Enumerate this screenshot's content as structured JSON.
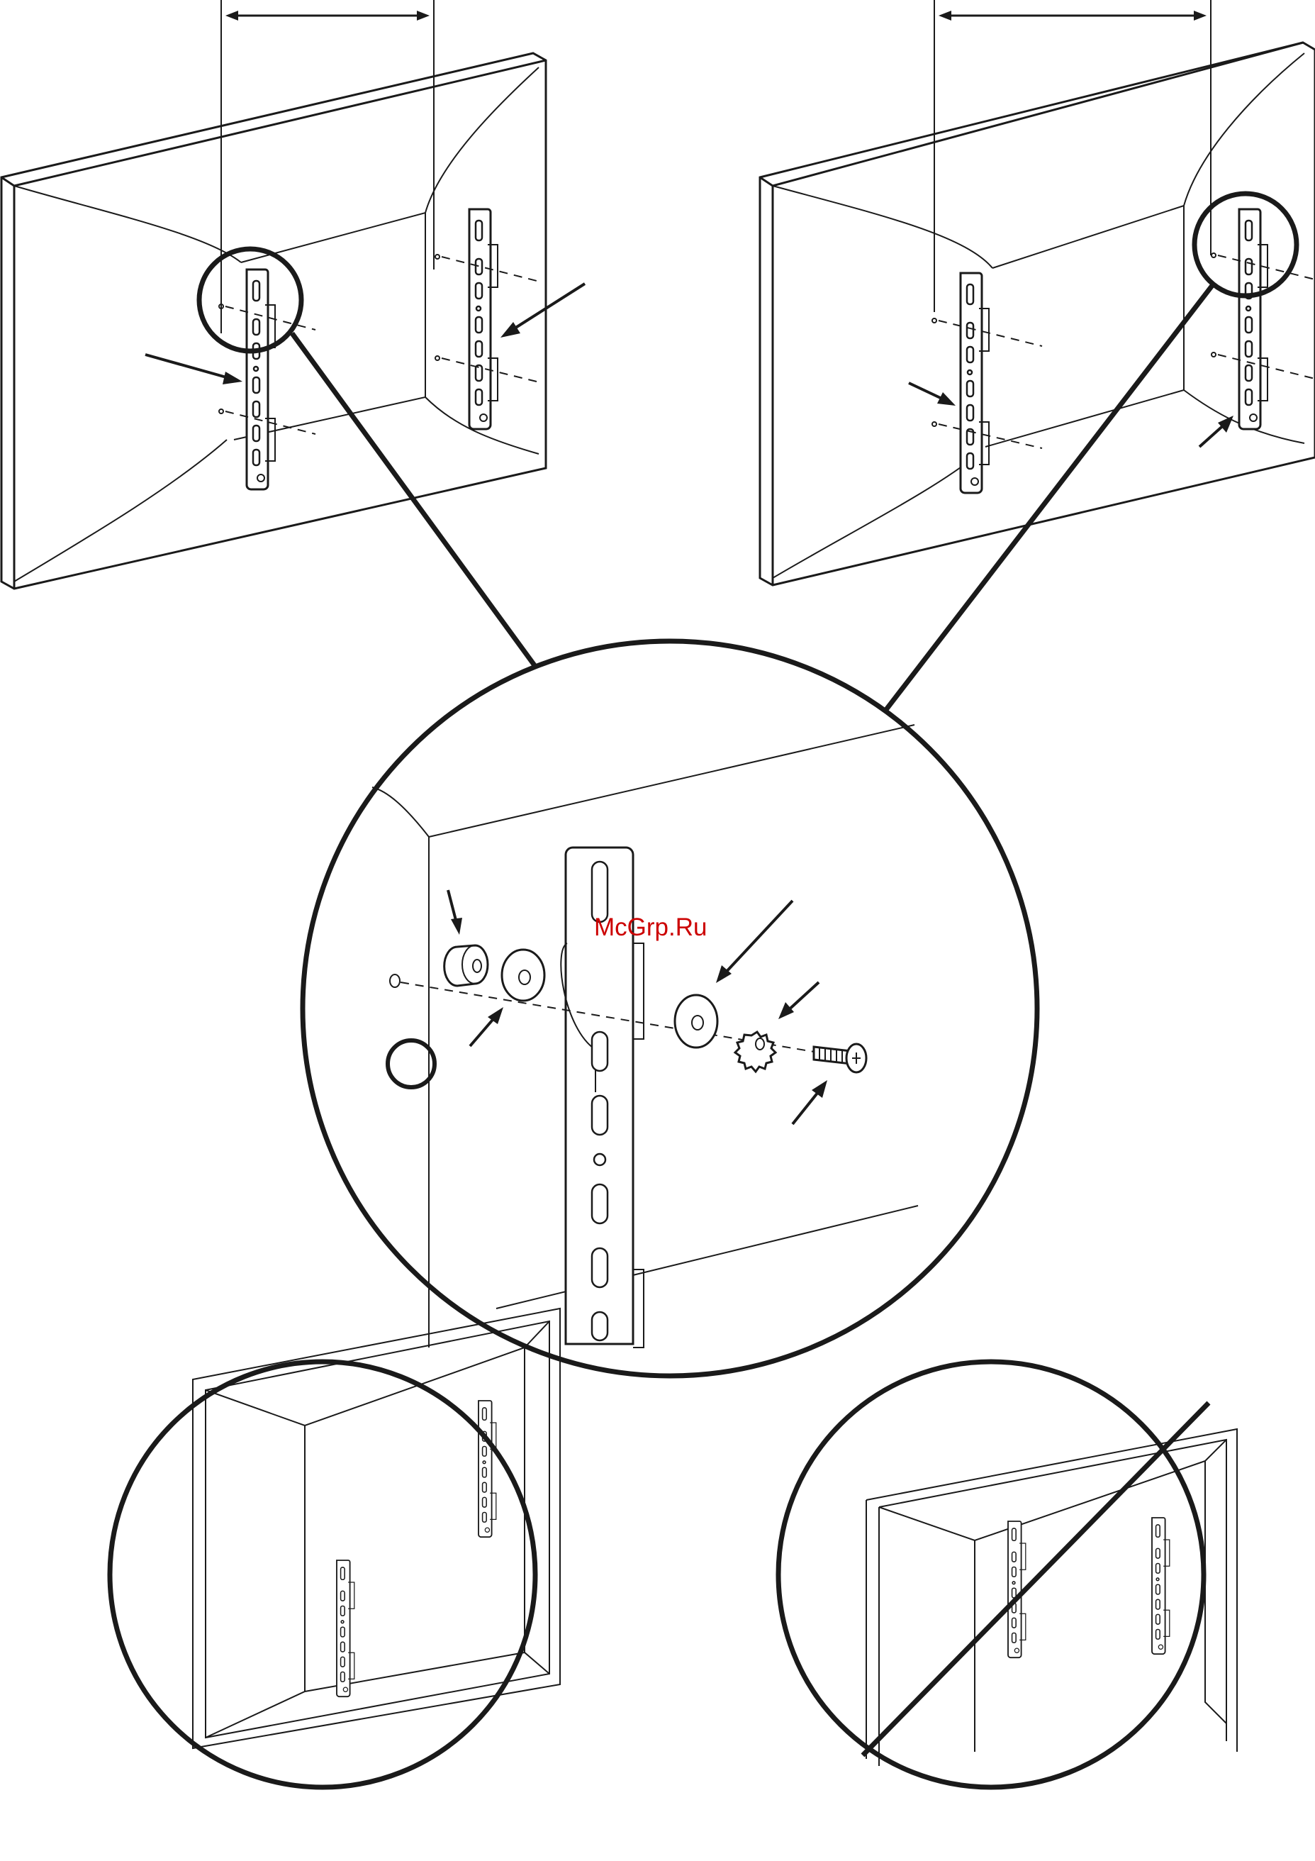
{
  "watermark": {
    "text": "McGrp.Ru",
    "color": "#cc0000"
  },
  "colors": {
    "line": "#1a1a1a",
    "background": "#ffffff"
  },
  "panels": [
    {
      "name": "tv-back-left-view",
      "brackets": 2
    },
    {
      "name": "tv-back-right-view",
      "brackets": 2
    },
    {
      "name": "detail-hardware-callout",
      "parts": [
        "spacer",
        "washer",
        "washer",
        "lock-washer",
        "screw"
      ]
    },
    {
      "name": "correct-mounting-example",
      "status": "correct"
    },
    {
      "name": "incorrect-mounting-example",
      "status": "prohibited"
    }
  ],
  "icons": [
    "arrow-icon",
    "zoom-circle-icon",
    "prohibited-icon",
    "bracket-icon",
    "screw-icon",
    "washer-icon"
  ]
}
